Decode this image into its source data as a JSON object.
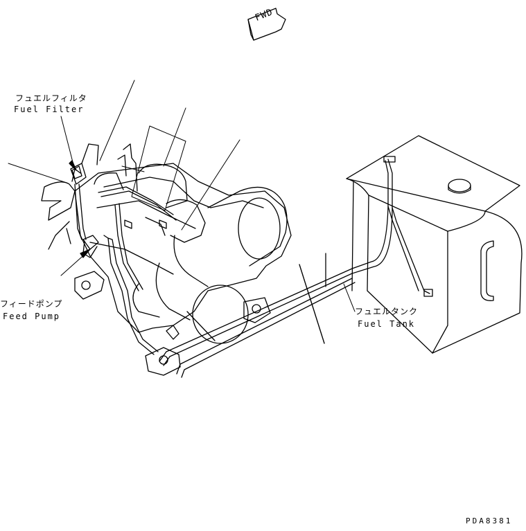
{
  "direction_marker": {
    "text": "FWD"
  },
  "callouts": {
    "fuel_filter": {
      "ja": "フュエルフィルタ",
      "en": "Fuel Filter"
    },
    "feed_pump": {
      "ja": "フィードポンプ",
      "en": "Feed Pump"
    },
    "fuel_tank": {
      "ja": "フュエルタンク",
      "en": "Fuel Tank"
    }
  },
  "drawing_code": "PDA8381",
  "colors": {
    "line": "#000000",
    "background": "#ffffff"
  }
}
